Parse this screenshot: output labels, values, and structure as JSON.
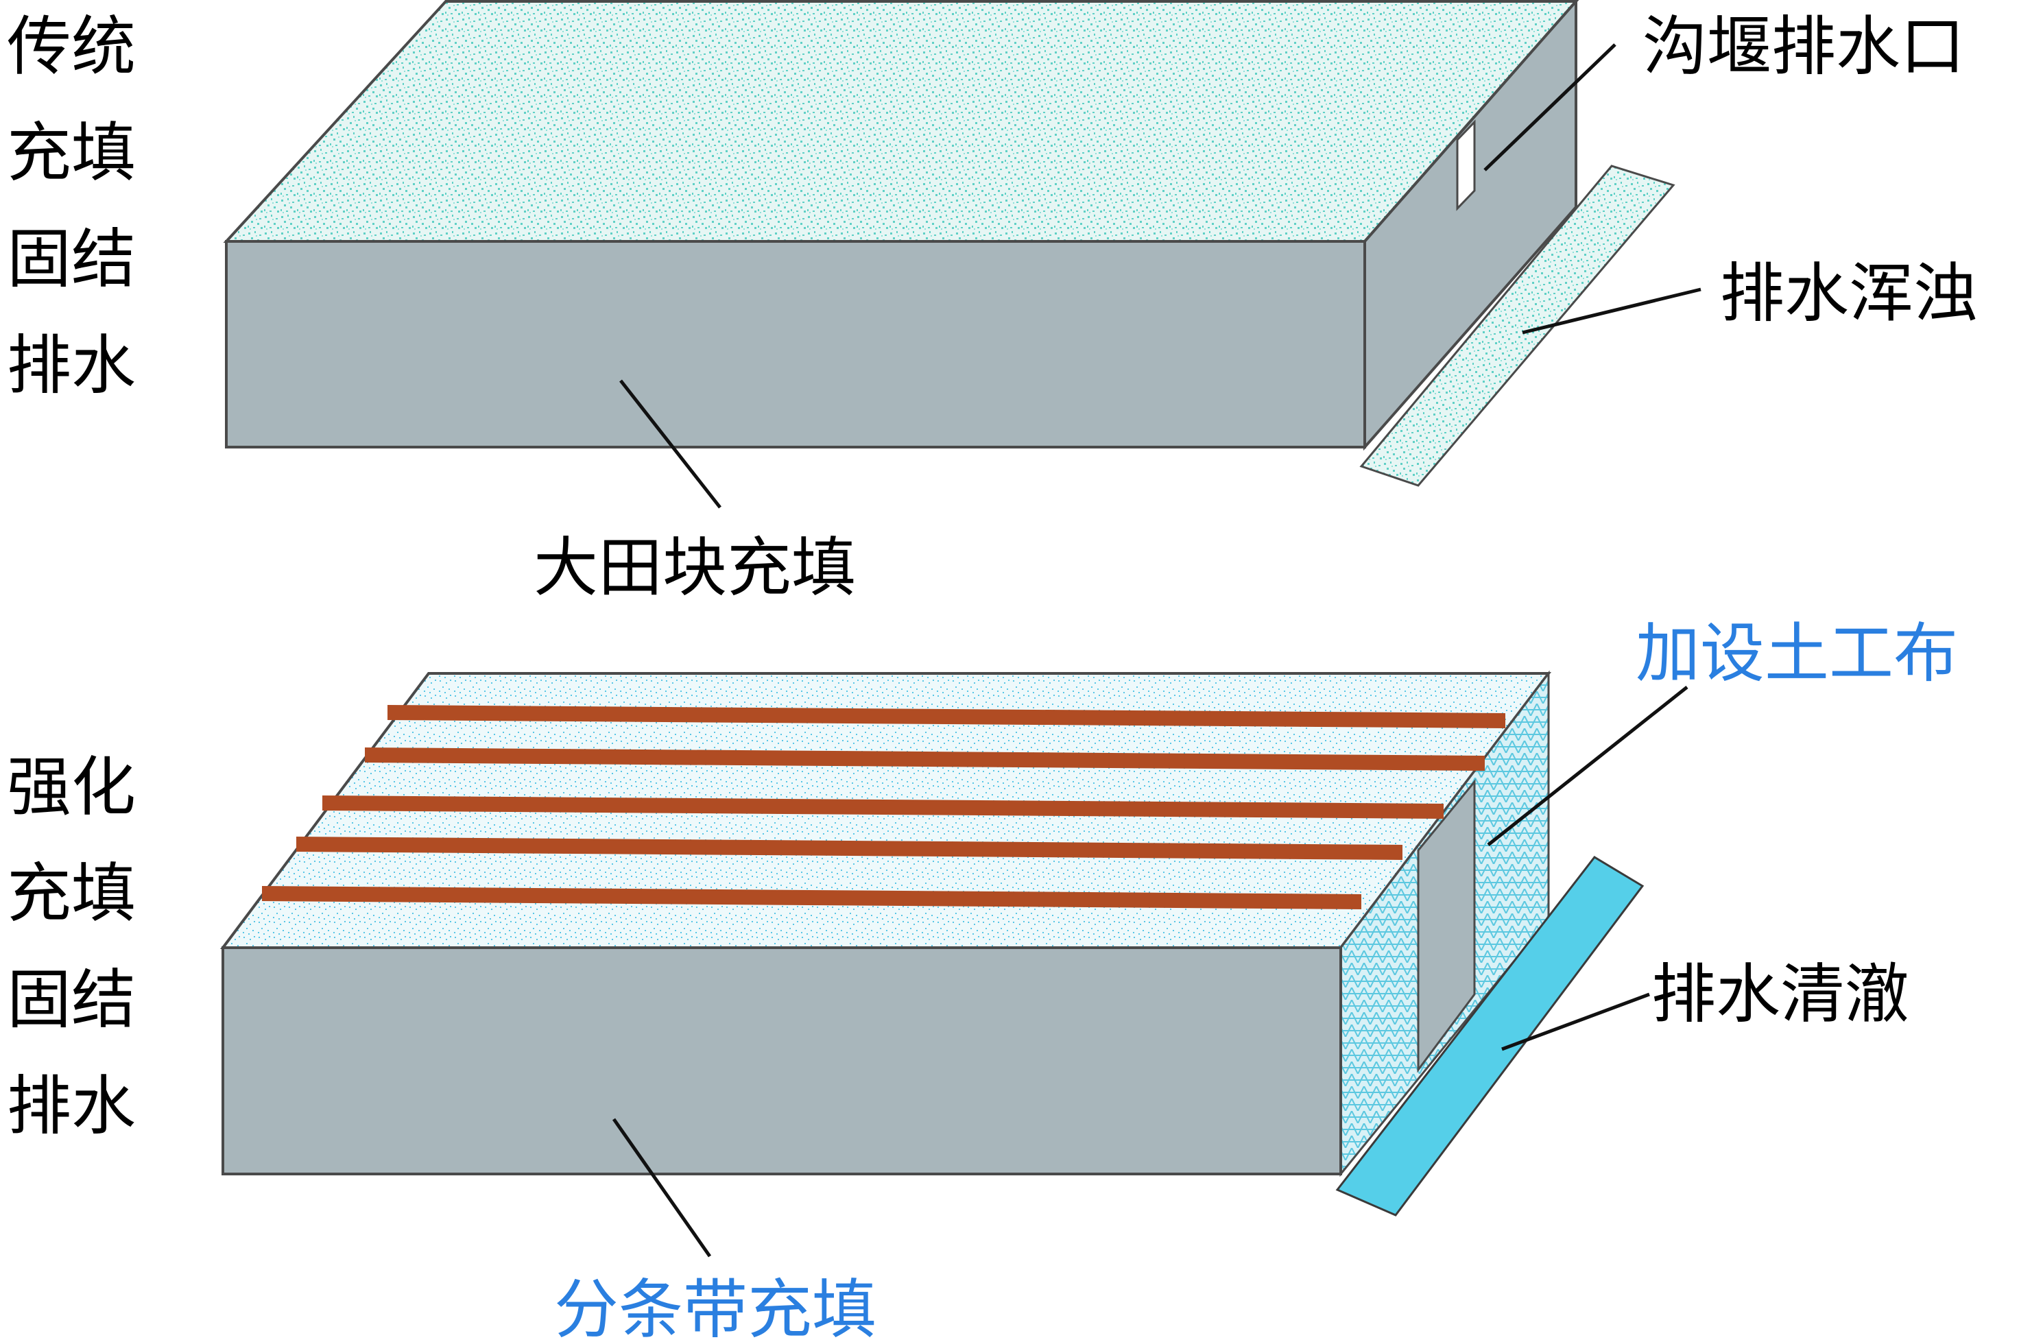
{
  "colors": {
    "block_face": "#a8b6bb",
    "block_stroke": "#4a4a4a",
    "speckle_base": "#e6f6f4",
    "speckle_dot": "#5fd0c6",
    "speckle_dot_blue": "#58c6e6",
    "mesh_base": "#d9f1f6",
    "mesh_line": "#5cc8e0",
    "brown_strip": "#b04c23",
    "drain_clear": "#55cfe9",
    "text_black": "#111111",
    "text_blue": "#2a7fe0"
  },
  "traditional": {
    "side_label": [
      "传统",
      "充填",
      "固结",
      "排水"
    ],
    "callouts": {
      "weir_outlet": "沟堰排水口",
      "turbid_drain": "排水浑浊",
      "large_block_fill": "大田块充填"
    }
  },
  "enhanced": {
    "side_label": [
      "强化",
      "充填",
      "固结",
      "排水"
    ],
    "callouts": {
      "geotextile": "加设土工布",
      "clear_drain": "排水清澈",
      "strip_fill": "分条带充填"
    },
    "strip_count": 5
  }
}
